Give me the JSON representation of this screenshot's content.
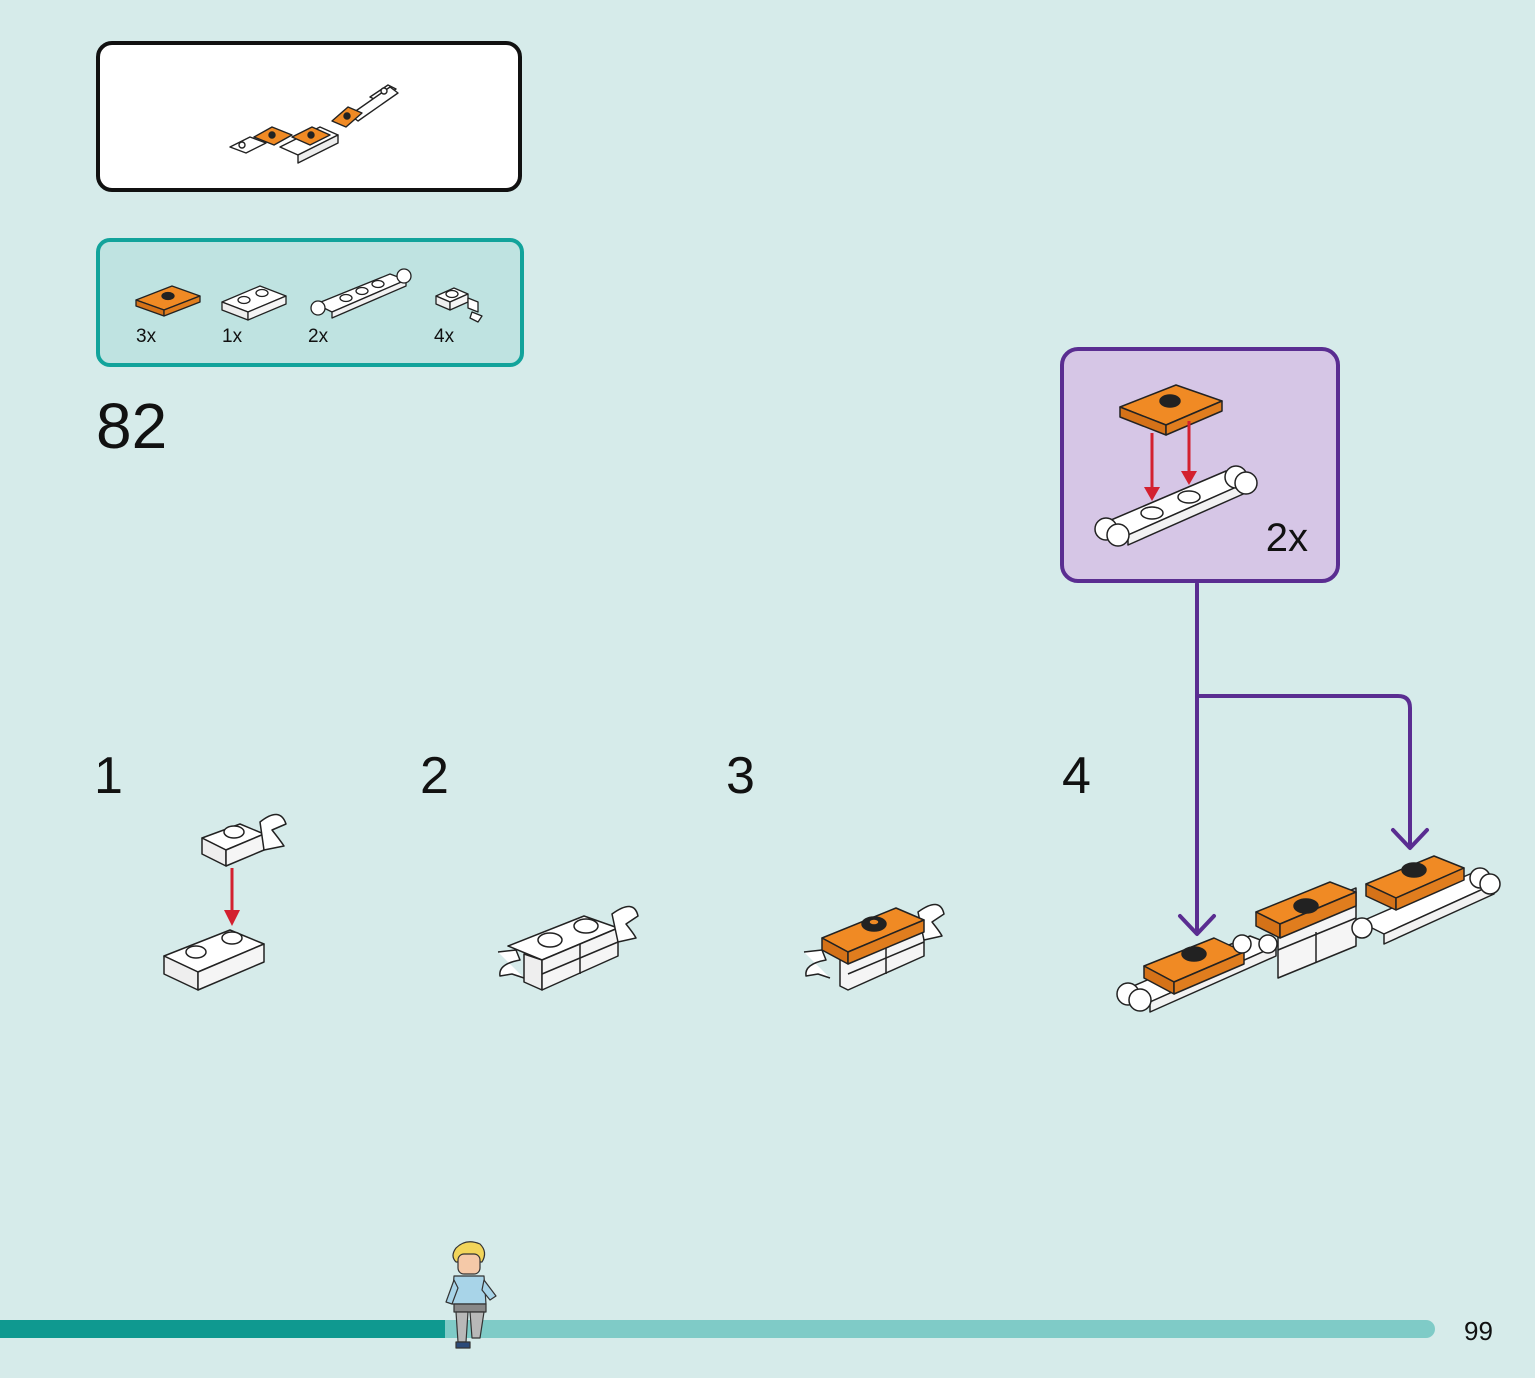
{
  "preview": {
    "title": ""
  },
  "parts": [
    {
      "qty": "3x",
      "icon": "orange-jumper-plate-icon"
    },
    {
      "qty": "1x",
      "icon": "white-plate-1x2-icon"
    },
    {
      "qty": "2x",
      "icon": "white-clip-plate-icon"
    },
    {
      "qty": "4x",
      "icon": "white-clip-plate-1x1-icon"
    }
  ],
  "step": {
    "number": "82"
  },
  "substeps": [
    {
      "number": "1"
    },
    {
      "number": "2"
    },
    {
      "number": "3"
    },
    {
      "number": "4"
    }
  ],
  "subassembly": {
    "count": "2x"
  },
  "footer": {
    "page_number": "99",
    "progress": 0.31
  },
  "colors": {
    "background": "#d6ebea",
    "parts_border": "#12a39b",
    "subassembly_border": "#5a2d91",
    "subassembly_fill": "#d6c6e6",
    "brick_orange": "#f08a24",
    "arrow_red": "#d3202f",
    "progress_fill": "#0f9990",
    "progress_track": "#7fcbc7"
  }
}
